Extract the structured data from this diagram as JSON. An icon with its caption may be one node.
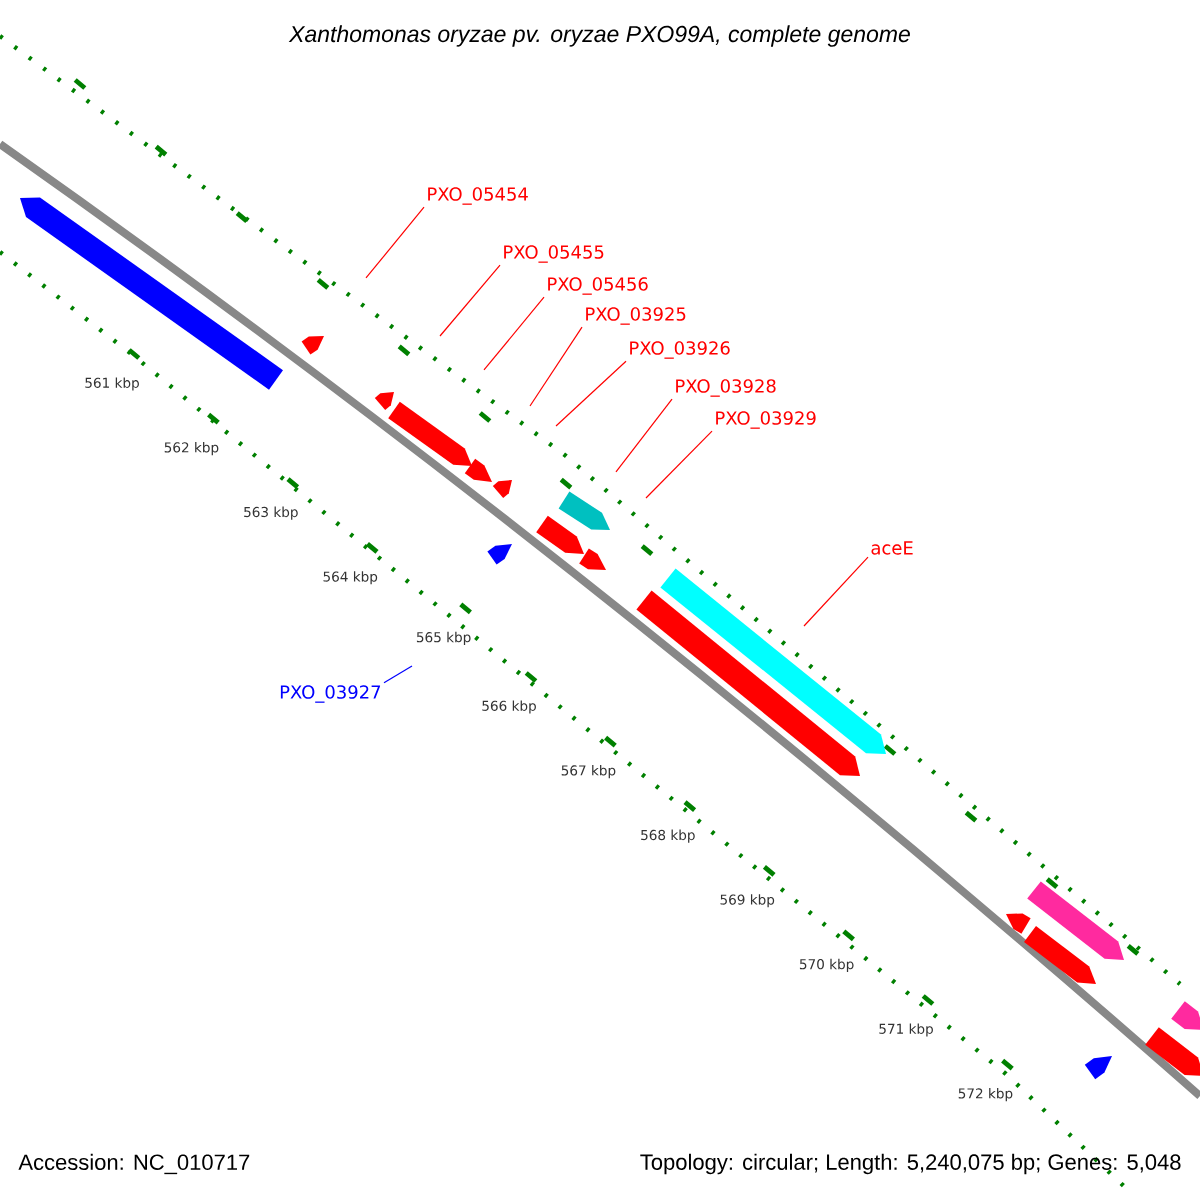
{
  "diagram": {
    "title": "Xanthomonas oryzae pv. oryzae PXO99A, complete genome",
    "nodes": [
      {
        "text": [
          "PXO_05454"
        ]
      },
      {
        "text": [
          "PXO_05455"
        ]
      },
      {
        "text": [
          "PXO_05456"
        ]
      },
      {
        "text": [
          "PXO_03925"
        ]
      },
      {
        "text": [
          "PXO_03926"
        ]
      },
      {
        "text": [
          "PXO_03928"
        ]
      },
      {
        "text": [
          "PXO_03929"
        ]
      },
      {
        "text": [
          "aceE"
        ]
      },
      {
        "text": [
          "PXO_03927"
        ]
      }
    ],
    "edges": [
      {
        "from": 0,
        "to": null,
        "arrow": "none"
      },
      {
        "from": 1,
        "to": null,
        "arrow": "none"
      },
      {
        "from": 2,
        "to": null,
        "arrow": "none"
      },
      {
        "from": 3,
        "to": null,
        "arrow": "none"
      },
      {
        "from": 4,
        "to": null,
        "arrow": "none"
      },
      {
        "from": 5,
        "to": null,
        "arrow": "none"
      },
      {
        "from": 6,
        "to": null,
        "arrow": "none"
      },
      {
        "from": 7,
        "to": null,
        "arrow": "none"
      },
      {
        "from": 8,
        "to": null,
        "arrow": "none",
        "color": "#0000ff"
      }
    ],
    "labels": [
      "561 kbp",
      "562 kbp",
      "563 kbp",
      "564 kbp",
      "565 kbp",
      "566 kbp",
      "567 kbp",
      "568 kbp",
      "569 kbp",
      "570 kbp",
      "571 kbp",
      "572 kbp",
      "Accession: NC_010717",
      "Topology: circular; Length: 5,240,075 bp; Genes: 5,048"
    ]
  }
}
